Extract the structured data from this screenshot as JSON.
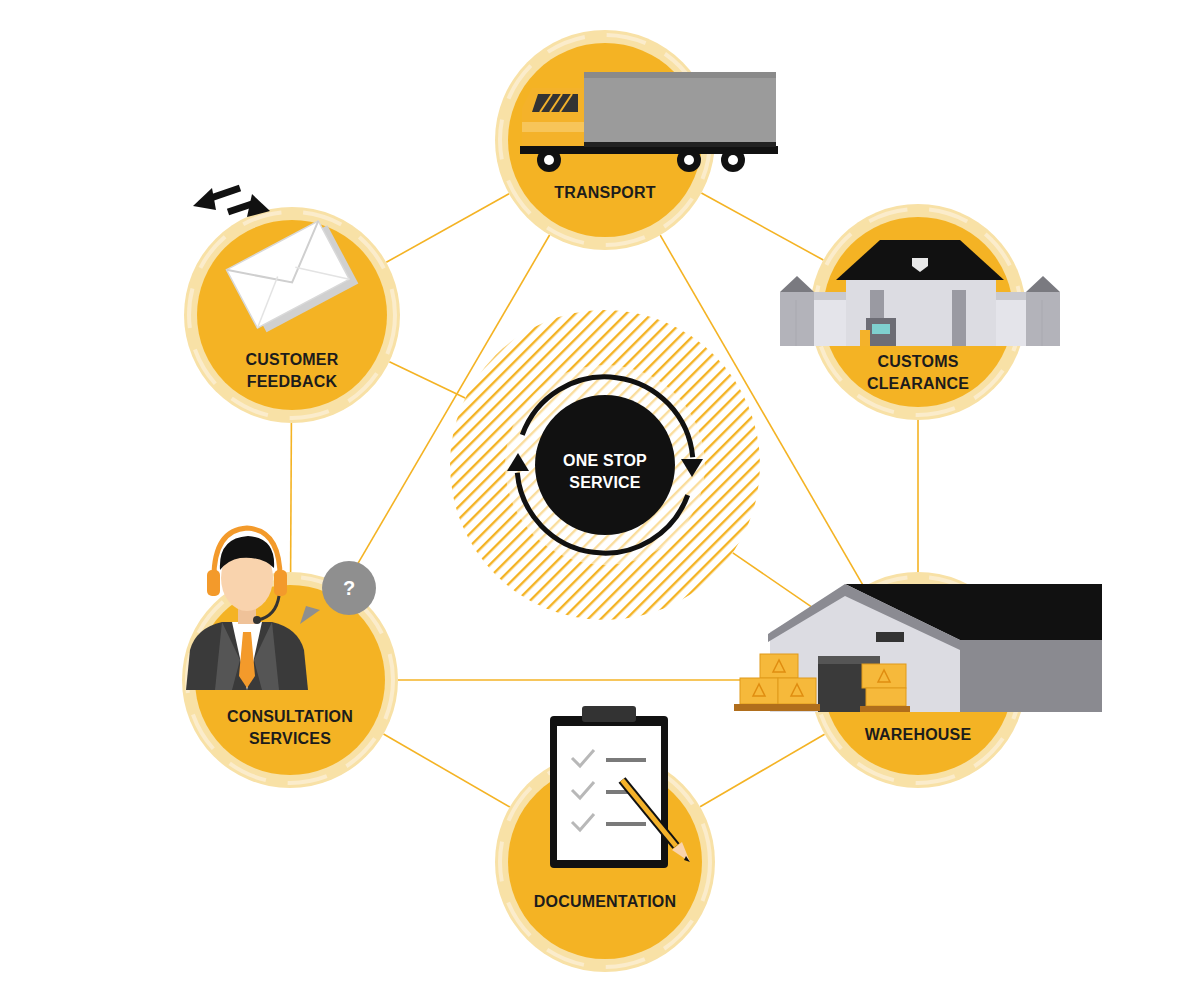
{
  "diagram": {
    "nodes": [
      {
        "text": [
          "TRANSPORT"
        ]
      },
      {
        "text": [
          "CUSTOMER FEEDBACK"
        ]
      },
      {
        "text": [
          "CUSTOMS CLEARANCE"
        ]
      },
      {
        "text": [
          "ONE STOP SERVICE"
        ]
      },
      {
        "text": [
          "CONSULTATION SERVICES"
        ]
      },
      {
        "text": [
          "WAREHOUSE"
        ]
      },
      {
        "text": [
          "DOCUMENTATION"
        ]
      }
    ],
    "edges": [
      {
        "from": 0,
        "to": 2,
        "arrow": "none"
      },
      {
        "from": 2,
        "to": 5,
        "arrow": "none"
      },
      {
        "from": 5,
        "to": 6,
        "arrow": "none"
      },
      {
        "from": 6,
        "to": 4,
        "arrow": "none"
      },
      {
        "from": 4,
        "to": 1,
        "arrow": "none"
      },
      {
        "from": 1,
        "to": 0,
        "arrow": "none"
      },
      {
        "from": 0,
        "to": 5,
        "arrow": "none"
      },
      {
        "from": 5,
        "to": 4,
        "arrow": "none"
      },
      {
        "from": 4,
        "to": 0,
        "arrow": "none"
      },
      {
        "from": 1,
        "to": 3,
        "arrow": "none"
      },
      {
        "from": 3,
        "to": 5,
        "arrow": "none"
      }
    ],
    "labels": [
      "?"
    ]
  }
}
